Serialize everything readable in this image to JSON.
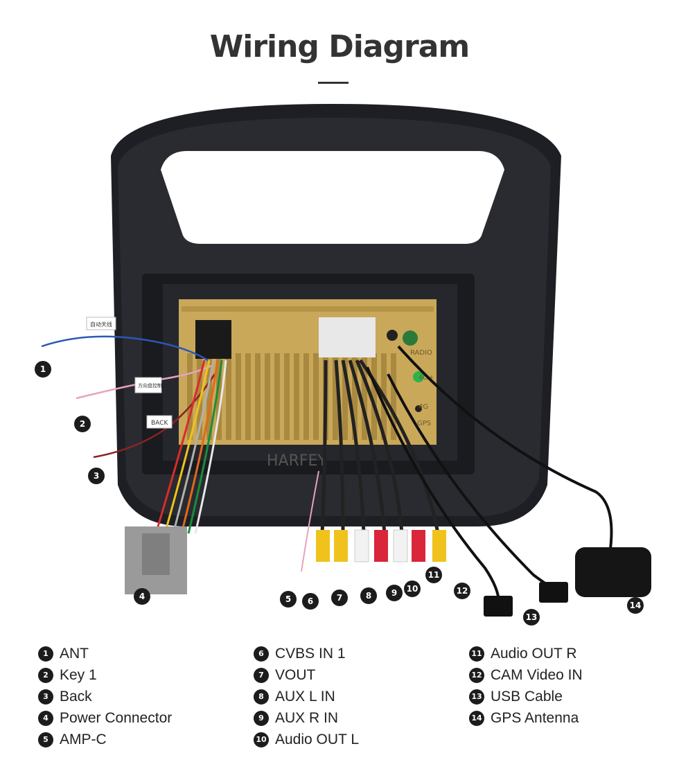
{
  "title": "Wiring Diagram",
  "watermark": "HARFEY",
  "panel_labels": {
    "radio": "RADIO",
    "lte1": "4G+",
    "lte2": "4G",
    "gps": "GPS"
  },
  "tag_labels": {
    "antenna_tag": "自动天线",
    "key_tag": "方向盘控制",
    "back_tag": "BACK"
  },
  "legend": [
    [
      {
        "num": "1",
        "label": "ANT"
      },
      {
        "num": "2",
        "label": "Key 1"
      },
      {
        "num": "3",
        "label": "Back"
      },
      {
        "num": "4",
        "label": "Power Connector"
      },
      {
        "num": "5",
        "label": "AMP-C"
      }
    ],
    [
      {
        "num": "6",
        "label": "CVBS IN 1"
      },
      {
        "num": "7",
        "label": "VOUT"
      },
      {
        "num": "8",
        "label": "AUX L IN"
      },
      {
        "num": "9",
        "label": "AUX R IN"
      },
      {
        "num": "10",
        "label": "Audio OUT L"
      }
    ],
    [
      {
        "num": "11",
        "label": "Audio OUT R"
      },
      {
        "num": "12",
        "label": "CAM Video IN"
      },
      {
        "num": "13",
        "label": "USB Cable"
      },
      {
        "num": "14",
        "label": "GPS Antenna"
      }
    ]
  ],
  "callouts": [
    "1",
    "2",
    "3",
    "4",
    "5",
    "6",
    "7",
    "8",
    "9",
    "10",
    "11",
    "12",
    "13",
    "14"
  ],
  "colors": {
    "frame": "#1e1f24",
    "unit": "#c9a85a",
    "title": "#333333",
    "callout": "#1c1c1c"
  }
}
